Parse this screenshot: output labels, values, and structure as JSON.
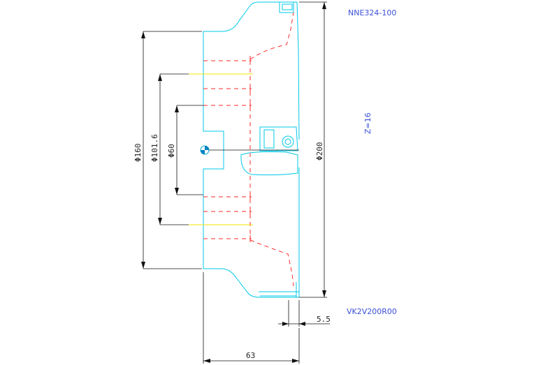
{
  "notes": {
    "part_code": "NNE324-100",
    "teeth": "Z=16",
    "order_code": "VK2V200R00"
  },
  "dimensions": {
    "d160": "Φ160",
    "d101_6": "Φ101.6",
    "d60": "Φ60",
    "d200": "Φ200",
    "depth": "5.5",
    "length": "63"
  },
  "colors": {
    "outline": "#00c8e8",
    "hidden": "#ff2a2a",
    "centerline": "#f2e600",
    "dimension": "#111111",
    "text": "#3b4fd8"
  }
}
